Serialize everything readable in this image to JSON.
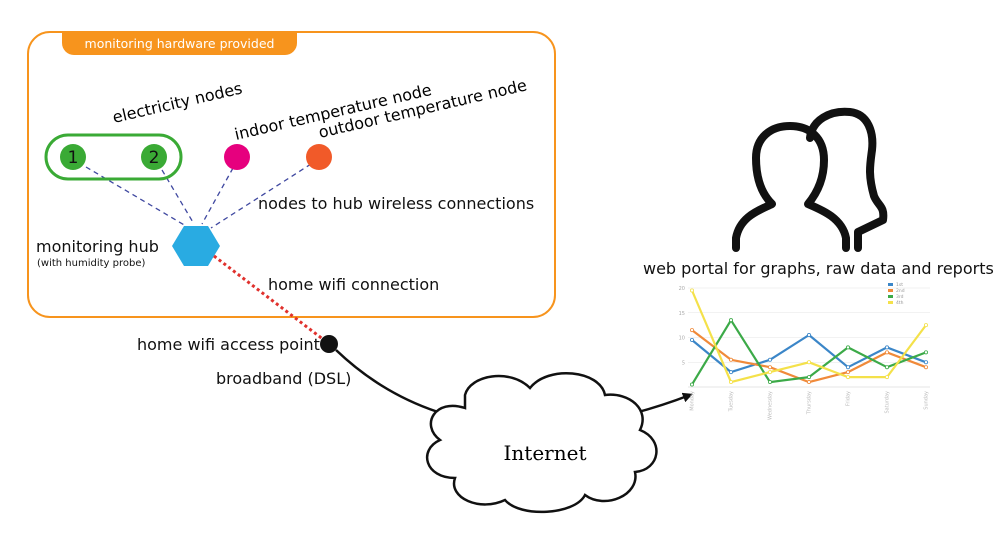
{
  "hardware_box": {
    "title": "monitoring hardware provided"
  },
  "nodes": {
    "electricity_label": "electricity nodes",
    "electricity_node_1": "1",
    "electricity_node_2": "2",
    "indoor_label": "indoor temperature node",
    "outdoor_label": "outdoor temperature node",
    "wireless_label": "nodes to hub wireless connections"
  },
  "hub": {
    "label": "monitoring hub",
    "sublabel": "(with humidity probe)",
    "wifi_label": "home wifi connection"
  },
  "access_point": {
    "label": "home wifi access point",
    "broadband_label": "broadband (DSL)"
  },
  "cloud": {
    "label": "Internet"
  },
  "portal": {
    "label": "web portal for graphs, raw data and reports",
    "icon": "users-icon"
  },
  "colors": {
    "hardware_border": "#f7941d",
    "electricity_green": "#3aaa35",
    "indoor_magenta": "#e6007e",
    "outdoor_orange": "#f15a29",
    "hub_blue": "#29abe2",
    "wifi_red": "#e0312d",
    "link_dashes": "#3f48a0"
  },
  "chart_data": {
    "type": "line",
    "categories": [
      "Monday",
      "Tuesday",
      "Wednesday",
      "Thursday",
      "Friday",
      "Saturday",
      "Sunday"
    ],
    "series": [
      {
        "name": "1st",
        "color": "#3b86c8",
        "values": [
          9.5,
          3,
          5.5,
          10.5,
          4,
          8,
          5
        ]
      },
      {
        "name": "2nd",
        "color": "#f08a3a",
        "values": [
          11.5,
          5.5,
          4,
          1,
          3,
          7,
          4
        ]
      },
      {
        "name": "3rd",
        "color": "#3caa48",
        "values": [
          0.5,
          13.5,
          1,
          2,
          8,
          4,
          7
        ]
      },
      {
        "name": "4th",
        "color": "#f4e14a",
        "values": [
          19.5,
          1,
          3,
          5,
          2,
          2,
          12.5
        ]
      }
    ],
    "y_ticks": [
      "20",
      "15",
      "10",
      "5"
    ],
    "ylim": [
      0,
      20
    ],
    "legend": "top-right"
  }
}
